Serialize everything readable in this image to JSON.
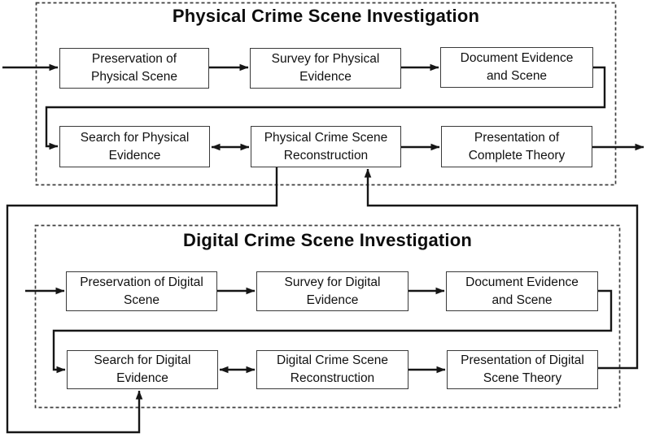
{
  "physical": {
    "title": "Physical Crime Scene Investigation",
    "boxes": [
      {
        "label": "Preservation of\nPhysical Scene"
      },
      {
        "label": "Survey for Physical\nEvidence"
      },
      {
        "label": "Document Evidence\nand Scene"
      },
      {
        "label": "Search for Physical\nEvidence"
      },
      {
        "label": "Physical Crime Scene\nReconstruction"
      },
      {
        "label": "Presentation of\nComplete Theory"
      }
    ]
  },
  "digital": {
    "title": "Digital Crime Scene Investigation",
    "boxes": [
      {
        "label": "Preservation of Digital\nScene"
      },
      {
        "label": "Survey for Digital\nEvidence"
      },
      {
        "label": "Document Evidence\nand Scene"
      },
      {
        "label": "Search for Digital\nEvidence"
      },
      {
        "label": "Digital Crime Scene\nReconstruction"
      },
      {
        "label": "Presentation of Digital\nScene Theory"
      }
    ]
  },
  "edges": [
    {
      "from": "external-input",
      "to": "Preservation of Physical Scene",
      "type": "arrow"
    },
    {
      "from": "Preservation of Physical Scene",
      "to": "Survey for Physical Evidence",
      "type": "arrow"
    },
    {
      "from": "Survey for Physical Evidence",
      "to": "Document Evidence and Scene (physical)",
      "type": "arrow"
    },
    {
      "from": "Document Evidence and Scene (physical)",
      "to": "Search for Physical Evidence",
      "type": "arrow-wrap"
    },
    {
      "from": "Search for Physical Evidence",
      "to": "Physical Crime Scene Reconstruction",
      "type": "double-arrow"
    },
    {
      "from": "Physical Crime Scene Reconstruction",
      "to": "Presentation of Complete Theory",
      "type": "arrow"
    },
    {
      "from": "Presentation of Complete Theory",
      "to": "external-output",
      "type": "arrow"
    },
    {
      "from": "external-input",
      "to": "Preservation of Digital Scene",
      "type": "arrow"
    },
    {
      "from": "Preservation of Digital Scene",
      "to": "Survey for Digital Evidence",
      "type": "arrow"
    },
    {
      "from": "Survey for Digital Evidence",
      "to": "Document Evidence and Scene (digital)",
      "type": "arrow"
    },
    {
      "from": "Document Evidence and Scene (digital)",
      "to": "Search for Digital Evidence",
      "type": "arrow-wrap"
    },
    {
      "from": "Search for Digital Evidence",
      "to": "Digital Crime Scene Reconstruction",
      "type": "double-arrow"
    },
    {
      "from": "Digital Crime Scene Reconstruction",
      "to": "Presentation of Digital Scene Theory",
      "type": "arrow"
    },
    {
      "from": "Physical Crime Scene Reconstruction",
      "to": "Search for Digital Evidence",
      "type": "arrow-feedback"
    },
    {
      "from": "Presentation of Digital Scene Theory",
      "to": "Physical Crime Scene Reconstruction",
      "type": "arrow-feedback"
    }
  ],
  "colors": {
    "background": "#ffffff",
    "line": "#161616",
    "box_border": "#3a3a3a",
    "box_fill": "#ffffff",
    "dashed_border": "#3f3f3f",
    "text": "#111111"
  }
}
